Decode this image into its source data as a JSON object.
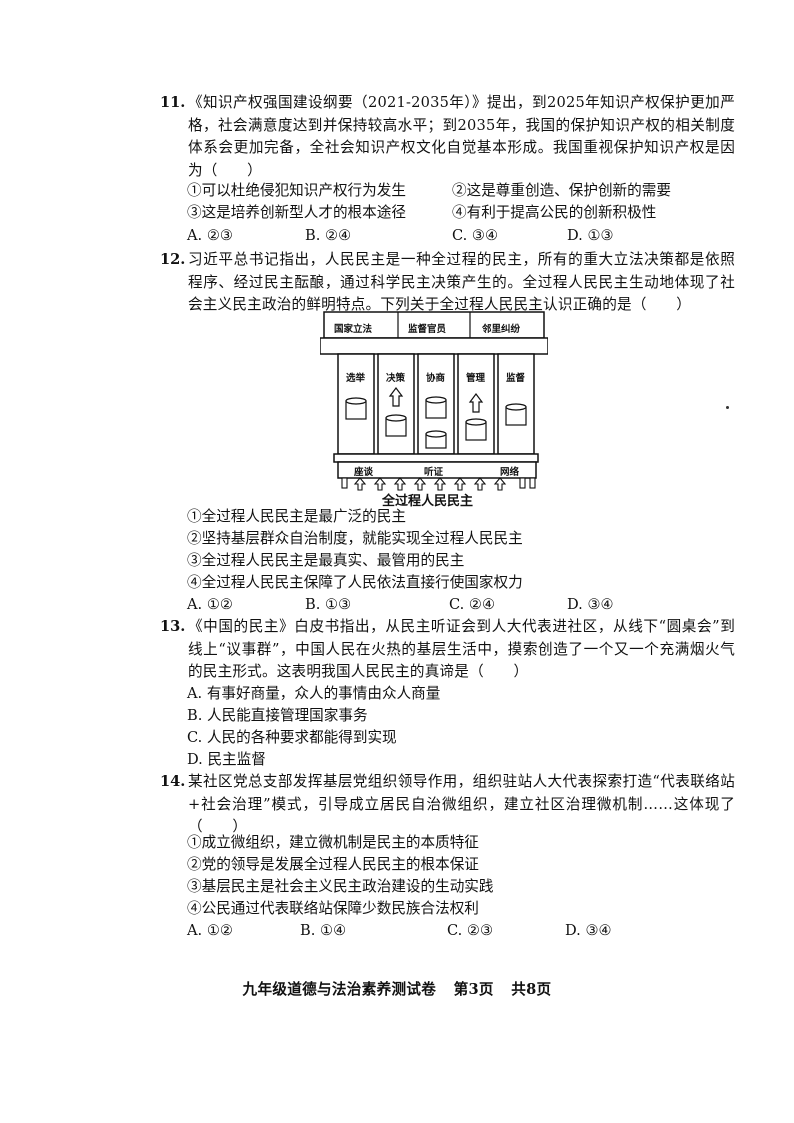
{
  "q11": {
    "number": "11.",
    "text": "《知识产权强国建设纲要（2021-2035年）》提出，到2025年知识产权保护更加严格，社会满意度达到并保持较高水平；到2035年，我国的保护知识产权的相关制度体系会更加完备，全社会知识产权文化自觉基本形成。我国重视保护知识产权是因为（　　）",
    "statements": [
      "①可以杜绝侵犯知识产权行为发生",
      "②这是尊重创造、保护创新的需要",
      "③这是培养创新型人才的根本途径",
      "④有利于提高公民的创新积极性"
    ],
    "options": [
      "A. ②③",
      "B. ②④",
      "C. ③④",
      "D. ①③"
    ]
  },
  "q12": {
    "number": "12.",
    "text": "习近平总书记指出，人民民主是一种全过程的民主，所有的重大立法决策都是依照程序、经过民主酝酿，通过科学民主决策产生的。全过程人民民主生动地体现了社会主义民主政治的鲜明特点。下列关于全过程人民民主认识正确的是（　　）",
    "diagram": {
      "roof": [
        "国家立法",
        "监督官员",
        "邻里纠纷"
      ],
      "pillars": [
        "选举",
        "决策",
        "协商",
        "管理",
        "监督"
      ],
      "base": [
        "座谈",
        "听证",
        "网络"
      ],
      "caption": "全过程人民民主"
    },
    "statements": [
      "①全过程人民民主是最广泛的民主",
      "②坚持基层群众自治制度，就能实现全过程人民民主",
      "③全过程人民民主是最真实、最管用的民主",
      "④全过程人民民主保障了人民依法直接行使国家权力"
    ],
    "options": [
      "A. ①②",
      "B. ①③",
      "C. ②④",
      "D. ③④"
    ]
  },
  "q13": {
    "number": "13.",
    "text": "《中国的民主》白皮书指出，从民主听证会到人大代表进社区，从线下“圆桌会”到线上“议事群”，中国人民在火热的基层生活中，摸索创造了一个又一个充满烟火气的民主形式。这表明我国人民民主的真谛是（　　）",
    "options": [
      "A. 有事好商量，众人的事情由众人商量",
      "B. 人民能直接管理国家事务",
      "C. 人民的各种要求都能得到实现",
      "D. 民主监督"
    ]
  },
  "q14": {
    "number": "14.",
    "text": "某社区党总支部发挥基层党组织领导作用，组织驻站人大代表探索打造“代表联络站+社会治理”模式，引导成立居民自治微组织，建立社区治理微机制……这体现了（　　）",
    "statements": [
      "①成立微组织，建立微机制是民主的本质特征",
      "②党的领导是发展全过程人民民主的根本保证",
      "③基层民主是社会主义民主政治建设的生动实践",
      "④公民通过代表联络站保障少数民族合法权利"
    ],
    "options": [
      "A. ①②",
      "B. ①④",
      "C. ②③",
      "D. ③④"
    ]
  },
  "footer": {
    "title": "九年级道德与法治素养测试卷",
    "page": "第3页",
    "total": "共8页"
  }
}
